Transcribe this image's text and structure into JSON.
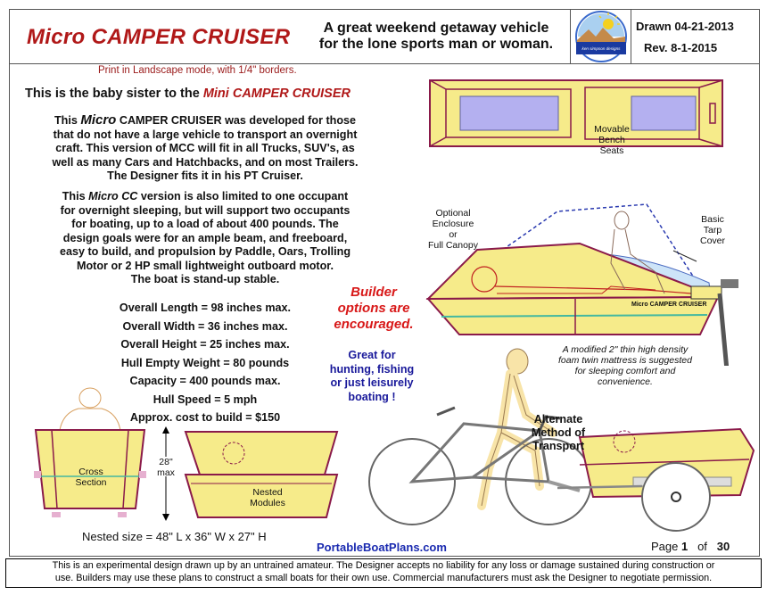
{
  "header": {
    "title_prefix": "Micro",
    "title_rest": "CAMPER CRUISER",
    "tagline_line1": "A great weekend getaway vehicle",
    "tagline_line2": "for the lone sports man or woman.",
    "logo_text": "ken simpson designs",
    "drawn": "Drawn 04-21-2013",
    "rev": "Rev. 8-1-2015"
  },
  "print_note": "Print in Landscape mode, with 1/4\" borders.",
  "intro": {
    "text": "This is the baby sister to the",
    "highlight": "Mini CAMPER CRUISER"
  },
  "para1": {
    "line1_a": "This",
    "line1_em": "Micro",
    "line1_b": "CAMPER CRUISER was developed for those",
    "line2": "that do not have a large vehicle to transport an overnight",
    "line3": "craft.  This version of MCC will fit in all Trucks, SUV's, as",
    "line4": "well as many Cars and Hatchbacks, and on most Trailers.",
    "line5": "The Designer fits it in his PT Cruiser."
  },
  "para2": {
    "line1_a": "This",
    "line1_em": "Micro CC",
    "line1_b": "version is also limited to one occupant",
    "line2": "for overnight sleeping, but will support two occupants",
    "line3": "for boating, up to a load of about 400 pounds.  The",
    "line4": "design goals were for an ample beam, and freeboard,",
    "line5": "easy to build, and propulsion by Paddle, Oars, Trolling",
    "line6": "Motor or 2 HP small lightweight outboard motor.",
    "line7": "The boat is stand-up stable."
  },
  "specs": [
    "Overall Length = 98 inches max.",
    "Overall Width = 36 inches max.",
    "Overall Height = 25 inches max.",
    "Hull Empty Weight = 80 pounds",
    "Capacity = 400 pounds max.",
    "Hull Speed = 5 mph",
    "Approx. cost to build = $150"
  ],
  "builder_options": [
    "Builder",
    "options are",
    "encouraged."
  ],
  "great_for": [
    "Great for",
    "hunting, fishing",
    "or just leisurely",
    "boating !"
  ],
  "labels": {
    "movable_seats": [
      "Movable",
      "Bench",
      "Seats"
    ],
    "enclosure": [
      "Optional",
      "Enclosure",
      "or",
      "Full Canopy"
    ],
    "tarp": [
      "Basic",
      "Tarp",
      "Cover"
    ],
    "hull_name": "Micro CAMPER CRUISER",
    "mattress": [
      "A modified 2\" thin high density",
      "foam twin mattress is suggested",
      "for sleeping comfort and",
      "convenience."
    ],
    "cross_section": [
      "Cross",
      "Section"
    ],
    "height_dim": [
      "28\"",
      "max"
    ],
    "nested_modules": [
      "Nested",
      "Modules"
    ],
    "alternate": [
      "Alternate",
      "Method of",
      "Transport"
    ],
    "nested_size": "Nested size = 48\" L x 36\" W x 27\" H"
  },
  "footer": {
    "site": "PortableBoatPlans.com",
    "page_label": "Page",
    "page_num": "1",
    "of_label": "of",
    "total": "30"
  },
  "disclaimer": {
    "line1": "This is an experimental design drawn up by an untrained amateur.  The Designer accepts no liability for any loss or damage sustained during construction or",
    "line2": "use.  Builders may use these plans to construct a small boats for their own use.  Commercial manufacturers must ask the Designer to negotiate permission."
  },
  "colors": {
    "title_red": "#b01818",
    "hull_yellow": "#f6eb8a",
    "hull_border": "#8a1a4a",
    "seat_purple": "#b4b0f0",
    "link_blue": "#1a2ab0"
  }
}
